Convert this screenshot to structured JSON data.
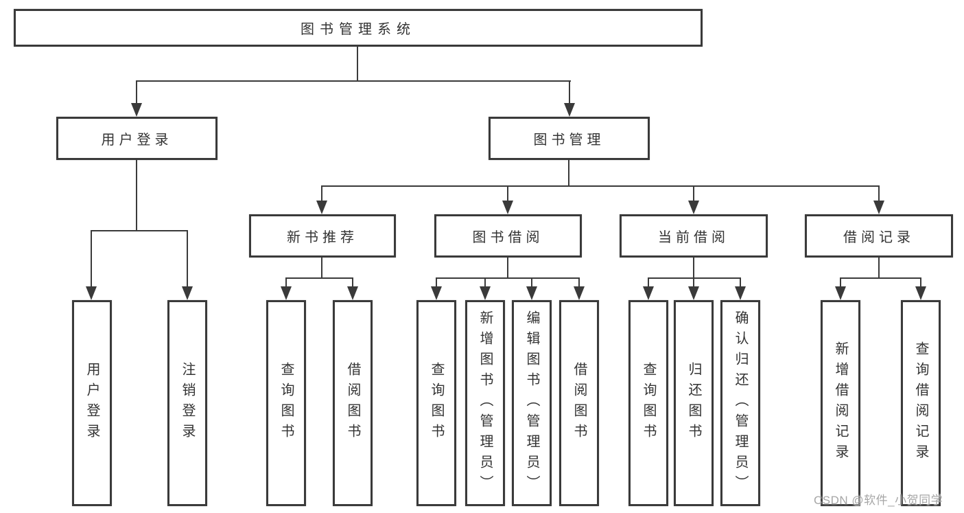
{
  "tree": {
    "label": "图书管理系统",
    "children": [
      {
        "label": "用户登录",
        "children": [
          {
            "label": "用户登录"
          },
          {
            "label": "注销登录"
          }
        ]
      },
      {
        "label": "图书管理",
        "children": [
          {
            "label": "新书推荐",
            "children": [
              {
                "label": "查询图书"
              },
              {
                "label": "借阅图书"
              }
            ]
          },
          {
            "label": "图书借阅",
            "children": [
              {
                "label": "查询图书"
              },
              {
                "label": "新增图书（管理员）"
              },
              {
                "label": "编辑图书（管理员）"
              },
              {
                "label": "借阅图书"
              }
            ]
          },
          {
            "label": "当前借阅",
            "children": [
              {
                "label": "查询图书"
              },
              {
                "label": "归还图书"
              },
              {
                "label": "确认归还（管理员）"
              }
            ]
          },
          {
            "label": "借阅记录",
            "children": [
              {
                "label": "新增借阅记录"
              },
              {
                "label": "查询借阅记录"
              }
            ]
          }
        ]
      }
    ]
  },
  "watermark": {
    "text": "CSDN @软件_小贺同学"
  },
  "colors": {
    "line": "#3a3a3a",
    "text": "#333333",
    "box_background": "#ffffff",
    "page_background": "#ffffff",
    "watermark": "#a6a6a6"
  }
}
